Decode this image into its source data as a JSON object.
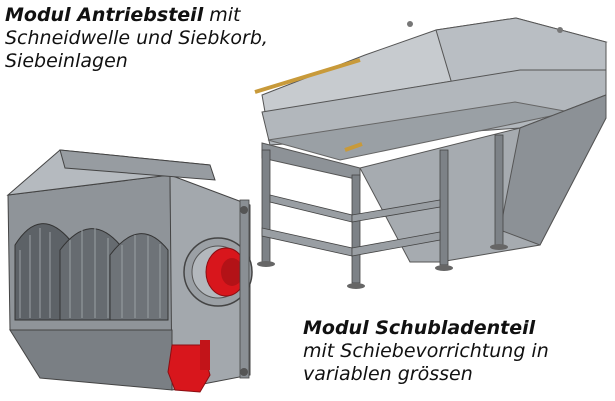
{
  "captions": {
    "drive_module": {
      "title": "Modul Antriebsteil",
      "title_suffix": " mit",
      "line2": "Schneidwelle und Siebkorb,",
      "line3": "Siebeinlagen"
    },
    "drawer_module": {
      "title": "Modul Schubladenteil",
      "line2": "mit Schiebevorrichtung in",
      "line3": "variablen grössen"
    }
  },
  "colors": {
    "steel_light": "#c4c8cc",
    "steel_mid": "#a4a9ae",
    "steel_dark": "#6f7479",
    "motor_red": "#d8161c",
    "rod_gold": "#c89a3a"
  }
}
